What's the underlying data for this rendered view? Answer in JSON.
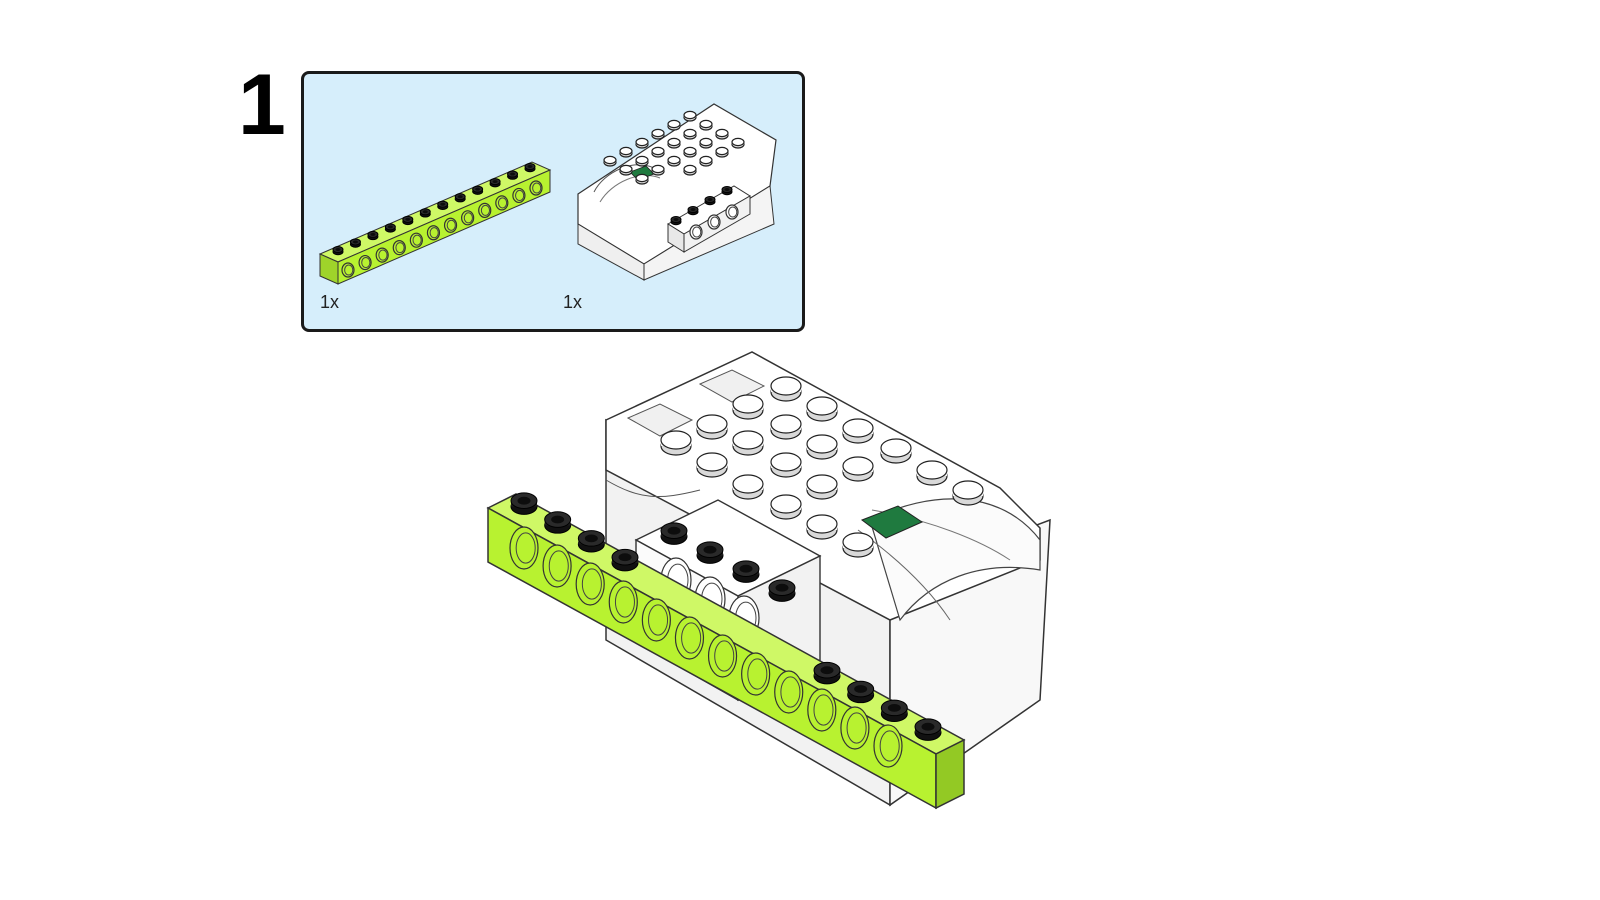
{
  "step": {
    "number": "1"
  },
  "parts_list": {
    "items": [
      {
        "name": "lime-technic-beam",
        "quantity": "1x"
      },
      {
        "name": "smarthub-brick",
        "quantity": "1x"
      }
    ]
  },
  "colors": {
    "panel_background": "#d6eefb",
    "panel_border": "#1a1a1a",
    "beam_lime": "#b8f230",
    "hub_white": "#f7f7f7",
    "hub_button_green": "#1f7a3f",
    "stud_dark": "#1e1e1e"
  }
}
